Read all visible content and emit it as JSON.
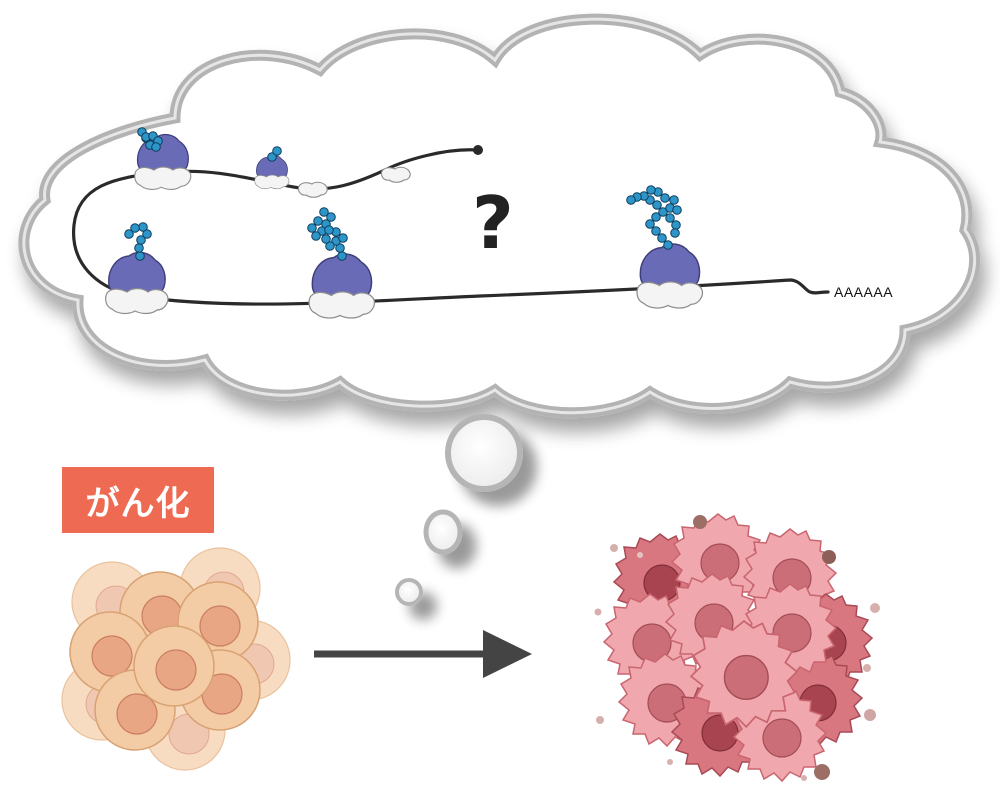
{
  "annotations": {
    "question_mark": "?",
    "polya_tail": "AAAAAA",
    "transformation_label": "がん化"
  },
  "colors": {
    "ribosome_large": "#6a6bb7",
    "ribosome_small": "#f3f3f3",
    "peptide_bead": "#2d95c8",
    "label_bg": "#ee6a52",
    "normal_cell": "#f3c99f",
    "cancer_cell": "#d9747c",
    "arrow": "#444444",
    "cloud_outline": "#b0b0b0"
  },
  "icons": {
    "ribosome": "ribosome-icon",
    "nascent_peptide": "peptide-chain-icon",
    "normal_cells": "normal-cell-cluster",
    "cancer_cells": "cancer-cell-cluster"
  }
}
